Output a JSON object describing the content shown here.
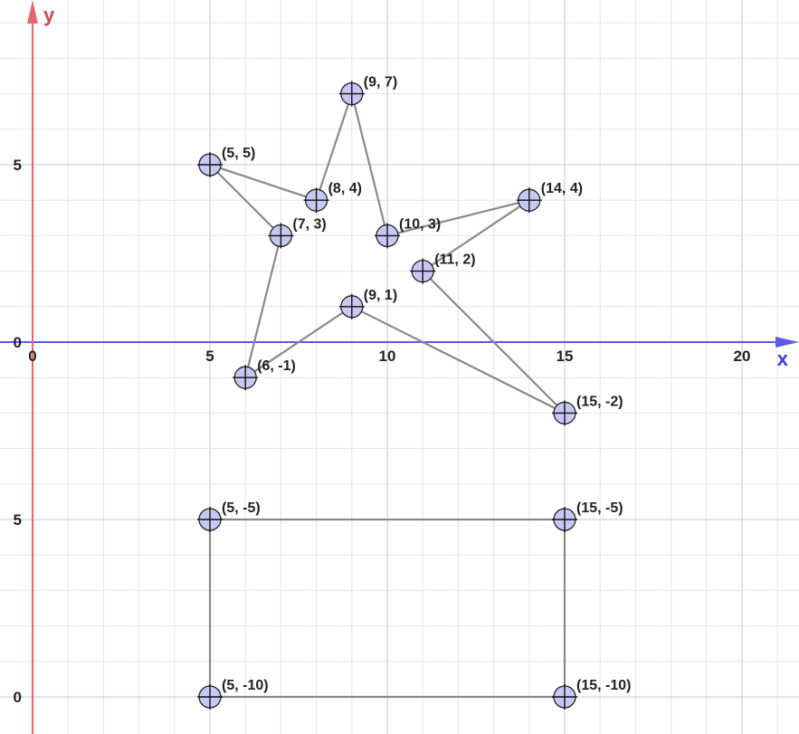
{
  "chart_data": {
    "type": "scatter",
    "xlabel": "x",
    "ylabel": "y",
    "xlim": [
      -0.9,
      21.5
    ],
    "ylim": [
      -10.8,
      9.4
    ],
    "grid": true,
    "x_ticks": [
      {
        "value": 0,
        "label": "0"
      },
      {
        "value": 5,
        "label": "5"
      },
      {
        "value": 10,
        "label": "10"
      },
      {
        "value": 15,
        "label": "15"
      },
      {
        "value": 20,
        "label": "20"
      }
    ],
    "y_ticks": [
      {
        "value": 5,
        "label": "5"
      },
      {
        "value": 0,
        "label": "0"
      },
      {
        "value": -5,
        "label": "5"
      },
      {
        "value": -10,
        "label": "0"
      }
    ],
    "points": [
      {
        "x": 9,
        "y": 7,
        "label": "(9, 7)"
      },
      {
        "x": 5,
        "y": 5,
        "label": "(5, 5)"
      },
      {
        "x": 8,
        "y": 4,
        "label": "(8, 4)"
      },
      {
        "x": 14,
        "y": 4,
        "label": "(14, 4)"
      },
      {
        "x": 7,
        "y": 3,
        "label": "(7, 3)"
      },
      {
        "x": 10,
        "y": 3,
        "label": "(10, 3)"
      },
      {
        "x": 11,
        "y": 2,
        "label": "(11, 2)"
      },
      {
        "x": 9,
        "y": 1,
        "label": "(9, 1)"
      },
      {
        "x": 6,
        "y": -1,
        "label": "(6, -1)"
      },
      {
        "x": 15,
        "y": -2,
        "label": "(15, -2)"
      },
      {
        "x": 5,
        "y": -5,
        "label": "(5, -5)"
      },
      {
        "x": 15,
        "y": -5,
        "label": "(15, -5)"
      },
      {
        "x": 5,
        "y": -10,
        "label": "(5, -10)"
      },
      {
        "x": 15,
        "y": -10,
        "label": "(15, -10)"
      }
    ],
    "segments": [
      [
        [
          9,
          7
        ],
        [
          8,
          4
        ]
      ],
      [
        [
          8,
          4
        ],
        [
          5,
          5
        ]
      ],
      [
        [
          5,
          5
        ],
        [
          7,
          3
        ]
      ],
      [
        [
          7,
          3
        ],
        [
          6,
          -1
        ]
      ],
      [
        [
          6,
          -1
        ],
        [
          9,
          1
        ]
      ],
      [
        [
          9,
          1
        ],
        [
          15,
          -2
        ]
      ],
      [
        [
          15,
          -2
        ],
        [
          11,
          2
        ]
      ],
      [
        [
          11,
          2
        ],
        [
          14,
          4
        ]
      ],
      [
        [
          14,
          4
        ],
        [
          10,
          3
        ]
      ],
      [
        [
          10,
          3
        ],
        [
          9,
          7
        ]
      ],
      [
        [
          5,
          -5
        ],
        [
          15,
          -5
        ]
      ],
      [
        [
          15,
          -5
        ],
        [
          15,
          -10
        ]
      ],
      [
        [
          15,
          -10
        ],
        [
          5,
          -10
        ]
      ],
      [
        [
          5,
          -10
        ],
        [
          5,
          -5
        ]
      ]
    ]
  },
  "colors": {
    "x_axis": "#5a5ae6",
    "y_axis": "#e8656a",
    "point_fill": "#c8c8f4",
    "segment": "#8a8a8a",
    "grid_major": "#c4c4e2",
    "grid_minor": "#e3e3f2"
  }
}
